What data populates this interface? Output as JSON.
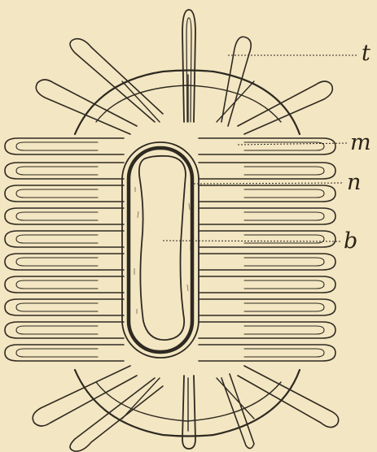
{
  "labels": {
    "t": "t",
    "m": "m",
    "n": "n",
    "b": "b"
  },
  "colors": {
    "paper": "#f3e6c2",
    "ink": "#2e2a22",
    "label": "#2a2418"
  }
}
